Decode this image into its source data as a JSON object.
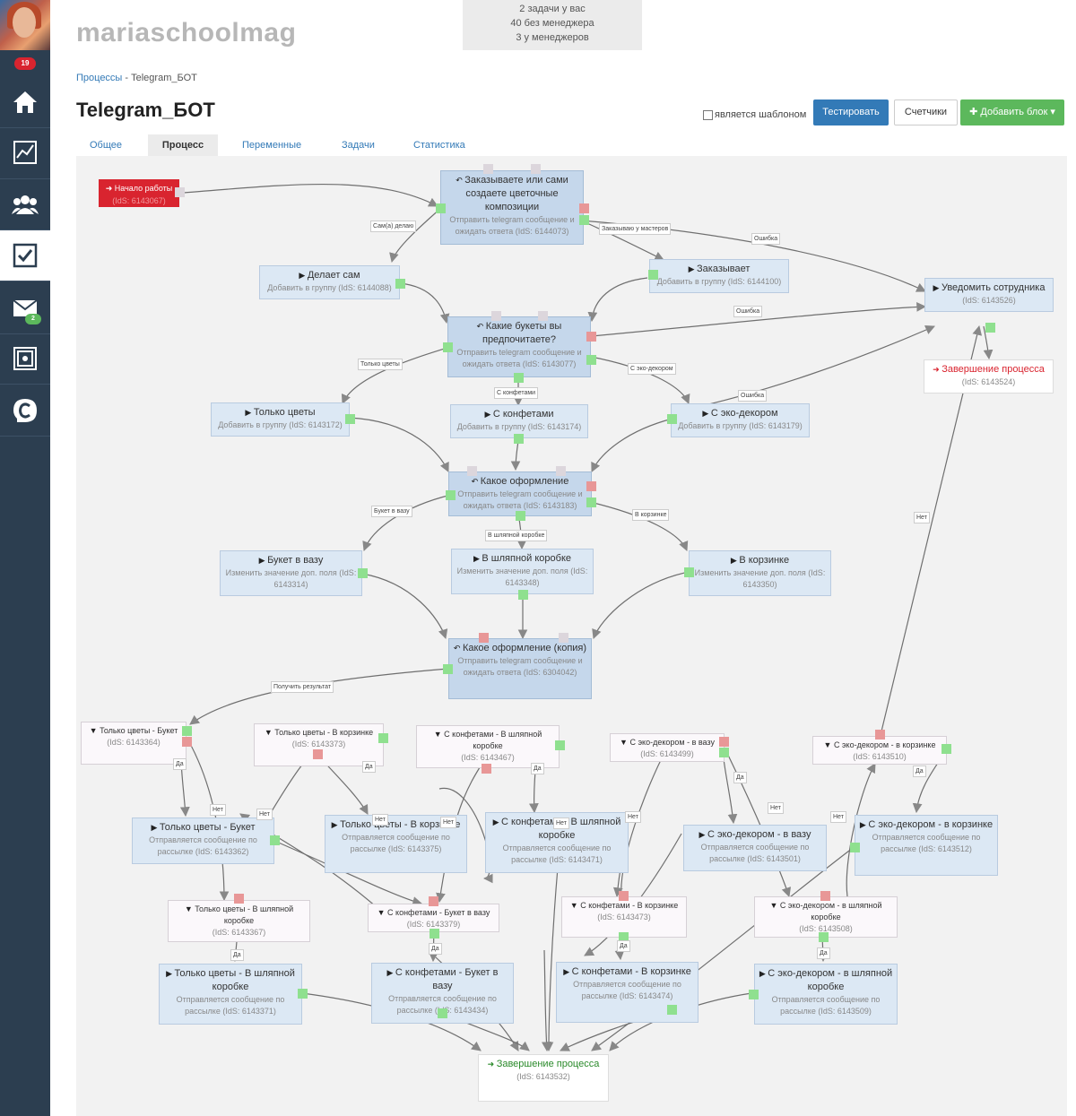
{
  "sidebar": {
    "notifications": "19",
    "mail_badge": "2"
  },
  "header": {
    "brand": "mariaschoolmag",
    "info": [
      "2 задачи у вас",
      "40 без менеджера",
      "3 у менеджеров"
    ]
  },
  "breadcrumb": {
    "root": "Процессы",
    "separator": " - ",
    "current": "Telegram_БОТ"
  },
  "page_title": "Telegram_БОТ",
  "toolbar": {
    "template_label": "является шаблоном",
    "test": "Тестировать",
    "counters": "Счетчики",
    "add_block": "✚ Добавить блок ▾"
  },
  "tabs": [
    "Общее",
    "Процесс",
    "Переменные",
    "Задачи",
    "Статистика"
  ],
  "nodes": {
    "start": {
      "title": "Начало работы",
      "sub": "(IdS: 6143067)"
    },
    "ask1": {
      "title": "Заказываете или сами создаете цветочные композиции",
      "sub": "Отправить telegram сообщение и ожидать ответа (IdS: 6144073)"
    },
    "self": {
      "title": "Делает сам",
      "sub": "Добавить в группу (IdS: 6144088)"
    },
    "orders": {
      "title": "Заказывает",
      "sub": "Добавить в группу (IdS: 6144100)"
    },
    "notify": {
      "title": "Уведомить сотрудника",
      "sub": "(IdS: 6143526)"
    },
    "finish_red": {
      "title": "Завершение процесса",
      "sub": "(IdS: 6143524)"
    },
    "ask2": {
      "title": "Какие букеты вы предпочитаете?",
      "sub": "Отправить telegram сообщение и ожидать ответа (IdS: 6143077)"
    },
    "g_flowers": {
      "title": "Только цветы",
      "sub": "Добавить в группу (IdS: 6143172)"
    },
    "g_candy": {
      "title": "С конфетами",
      "sub": "Добавить в группу (IdS: 6143174)"
    },
    "g_eco": {
      "title": "С эко-декором",
      "sub": "Добавить в группу (IdS: 6143179)"
    },
    "ask3": {
      "title": "Какое оформление",
      "sub": "Отправить telegram сообщение и ожидать ответа (IdS: 6143183)"
    },
    "f_vase": {
      "title": "Букет в вазу",
      "sub": "Изменить значение доп. поля (IdS: 6143314)"
    },
    "f_hat": {
      "title": "В шляпной коробке",
      "sub": "Изменить значение доп. поля (IdS: 6143348)"
    },
    "f_basket": {
      "title": "В корзинке",
      "sub": "Изменить значение доп. поля (IdS: 6143350)"
    },
    "ask4": {
      "title": "Какое оформление (копия)",
      "sub": "Отправить telegram сообщение и ожидать ответа (IdS: 6304042)"
    },
    "c1": {
      "title": "Только цветы - Букет",
      "sub": "(IdS: 6143364)"
    },
    "c2": {
      "title": "Только цветы - В корзинке",
      "sub": "(IdS: 6143373)"
    },
    "c3": {
      "title": "С конфетами - В шляпной коробке",
      "sub": "(IdS: 6143467)"
    },
    "c4": {
      "title": "С эко-декором - в вазу",
      "sub": "(IdS: 6143499)"
    },
    "c5": {
      "title": "С эко-декором - в корзинке",
      "sub": "(IdS: 6143510)"
    },
    "s1": {
      "title": "Только цветы - Букет",
      "sub": "Отправляется сообщение по рассылке (IdS: 6143362)"
    },
    "s2": {
      "title": "Только цветы - В корзинке",
      "sub": "Отправляется сообщение по рассылке (IdS: 6143375)"
    },
    "s3": {
      "title": "С конфетами - В шляпной коробке",
      "sub": "Отправляется сообщение по рассылке (IdS: 6143471)"
    },
    "s4": {
      "title": "С эко-декором - в вазу",
      "sub": "Отправляется сообщение по рассылке (IdS: 6143501)"
    },
    "s5": {
      "title": "С эко-декором - в корзинке",
      "sub": "Отправляется сообщение по рассылке (IdS: 6143512)"
    },
    "c6": {
      "title": "Только цветы - В шляпной коробке",
      "sub": "(IdS: 6143367)"
    },
    "c7": {
      "title": "С конфетами - Букет в вазу",
      "sub": "(IdS: 6143379)"
    },
    "c8": {
      "title": "С конфетами - В корзинке",
      "sub": "(IdS: 6143473)"
    },
    "c9": {
      "title": "С эко-декором - в шляпной коробке",
      "sub": "(IdS: 6143508)"
    },
    "s6": {
      "title": "Только цветы - В шляпной коробке",
      "sub": "Отправляется сообщение по рассылке (IdS: 6143371)"
    },
    "s7": {
      "title": "С конфетами - Букет в вазу",
      "sub": "Отправляется сообщение по рассылке (IdS: 6143434)"
    },
    "s8": {
      "title": "С конфетами - В корзинке",
      "sub": "Отправляется сообщение по рассылке (IdS: 6143474)"
    },
    "s9": {
      "title": "С эко-декором - в шляпной коробке",
      "sub": "Отправляется сообщение по рассылке (IdS: 6143509)"
    },
    "finish": {
      "title": "Завершение процесса",
      "sub": "(IdS: 6143532)"
    }
  },
  "labels": {
    "self_do": "Сам(а) делаю",
    "order_master": "Заказываю у мастеров",
    "error": "Ошибка",
    "only_flowers": "Только цветы",
    "candy": "С конфетами",
    "eco": "С эко-декором",
    "vase": "Букет в вазу",
    "hatbox": "В шляпной коробке",
    "basket": "В корзинке",
    "get_result": "Получить результат",
    "yes": "Да",
    "no": "Нет"
  }
}
